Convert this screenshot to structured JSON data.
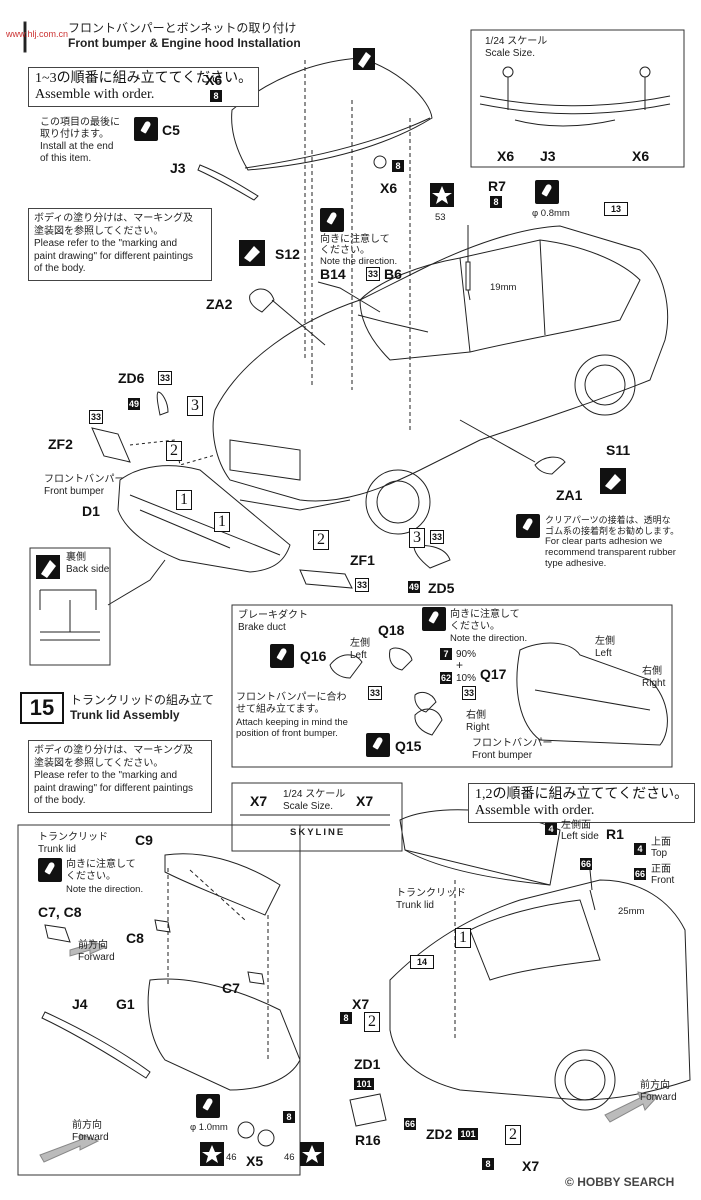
{
  "watermark_top": "www.hlj.com.cn",
  "step14": {
    "jp_title": "フロントバンパーとボンネットの取り付け",
    "en_title": "Front bumper & Engine hood Installation",
    "order_jp": "1~3の順番に組み立ててください。",
    "order_en": "Assemble with order.",
    "note_last_jp1": "この項目の最後に",
    "note_last_jp2": "取り付けます。",
    "note_last_en1": "Install at the end",
    "note_last_en2": "of this item.",
    "paint_jp1": "ボディの塗り分けは、マーキング及",
    "paint_jp2": "塗装図を参照してください。",
    "paint_en1": "Please refer to the \"marking and",
    "paint_en2": "paint drawing\" for different paintings",
    "paint_en3": "of the body.",
    "scale_jp": "1/24 スケール",
    "scale_en": "Scale Size.",
    "dir_jp1": "向きに注意して",
    "dir_jp2": "ください。",
    "dir_en": "Note the direction.",
    "bumper_jp": "フロントバンパー",
    "bumper_en": "Front bumper",
    "back_jp": "裏側",
    "back_en": "Back side",
    "clear_jp1": "クリアパーツの接着は、透明な",
    "clear_jp2": "ゴム系の接着剤をお勧めします。",
    "clear_en1": "For clear parts adhesion we",
    "clear_en2": "recommend transparent rubber",
    "clear_en3": "type adhesive.",
    "phi": "φ 0.8mm",
    "len19": "19mm",
    "n53": "53"
  },
  "brake": {
    "jp": "ブレーキダクト",
    "en": "Brake duct",
    "dir_jp1": "向きに注意して",
    "dir_jp2": "ください。",
    "dir_en": "Note the direction.",
    "left_jp": "左側",
    "left_en": "Left",
    "right_jp": "右側",
    "right_en": "Right",
    "mix_a": "90%",
    "mix_b": "10%",
    "plus": "+",
    "fit_jp1": "フロントバンパーに合わ",
    "fit_jp2": "せて組み立てます。",
    "fit_en1": "Attach keeping in mind the",
    "fit_en2": "position of front bumper.",
    "bumper_jp": "フロントバンパー",
    "bumper_en": "Front bumper"
  },
  "step15": {
    "number": "15",
    "jp_title": "トランクリッドの組み立て",
    "en_title": "Trunk lid Assembly",
    "paint_jp1": "ボディの塗り分けは、マーキング及",
    "paint_jp2": "塗装図を参照してください。",
    "paint_en1": "Please refer to the \"marking and",
    "paint_en2": "paint drawing\" for different paintings",
    "paint_en3": "of the body.",
    "scale_jp": "1/24 スケール",
    "scale_en": "Scale Size.",
    "order_jp": "1,2の順番に組み立ててください。",
    "order_en": "Assemble with order.",
    "trunk_jp": "トランクリッド",
    "trunk_en": "Trunk lid",
    "dir_jp1": "向きに注意して",
    "dir_jp2": "ください。",
    "dir_en": "Note the direction.",
    "fwd_jp": "前方向",
    "fwd_en": "Forward",
    "left_side_jp": "左側面",
    "left_side_en": "Left side",
    "top_jp": "上面",
    "top_en": "Top",
    "front_jp": "正面",
    "front_en": "Front",
    "len25": "25mm",
    "phi": "φ 1.0mm",
    "n46a": "46",
    "n46b": "46",
    "skyline": "SKYLINE"
  },
  "parts": {
    "X6": "X6",
    "C5": "C5",
    "J3": "J3",
    "R7": "R7",
    "S12": "S12",
    "ZA2": "ZA2",
    "B14": "B14",
    "B6": "B6",
    "ZD6": "ZD6",
    "ZF2": "ZF2",
    "D1": "D1",
    "ZF1": "ZF1",
    "ZD5": "ZD5",
    "S11": "S11",
    "ZA1": "ZA1",
    "Q16": "Q16",
    "Q18": "Q18",
    "Q17": "Q17",
    "Q15": "Q15",
    "X7": "X7",
    "C9": "C9",
    "C7C8": "C7, C8",
    "C8": "C8",
    "C7": "C7",
    "J4": "J4",
    "G1": "G1",
    "X5": "X5",
    "R1": "R1",
    "ZD1": "ZD1",
    "R16": "R16",
    "ZD2": "ZD2"
  },
  "paints": {
    "p8": "8",
    "p33": "33",
    "p49": "49",
    "p13": "13",
    "p7": "7",
    "p62": "62",
    "p4": "4",
    "p66": "66",
    "p14": "14",
    "p101": "101"
  },
  "steps": {
    "s1": "1",
    "s2": "2",
    "s3": "3"
  },
  "footer": {
    "copyright": "©",
    "brand": "HOBBY SEARCH"
  }
}
